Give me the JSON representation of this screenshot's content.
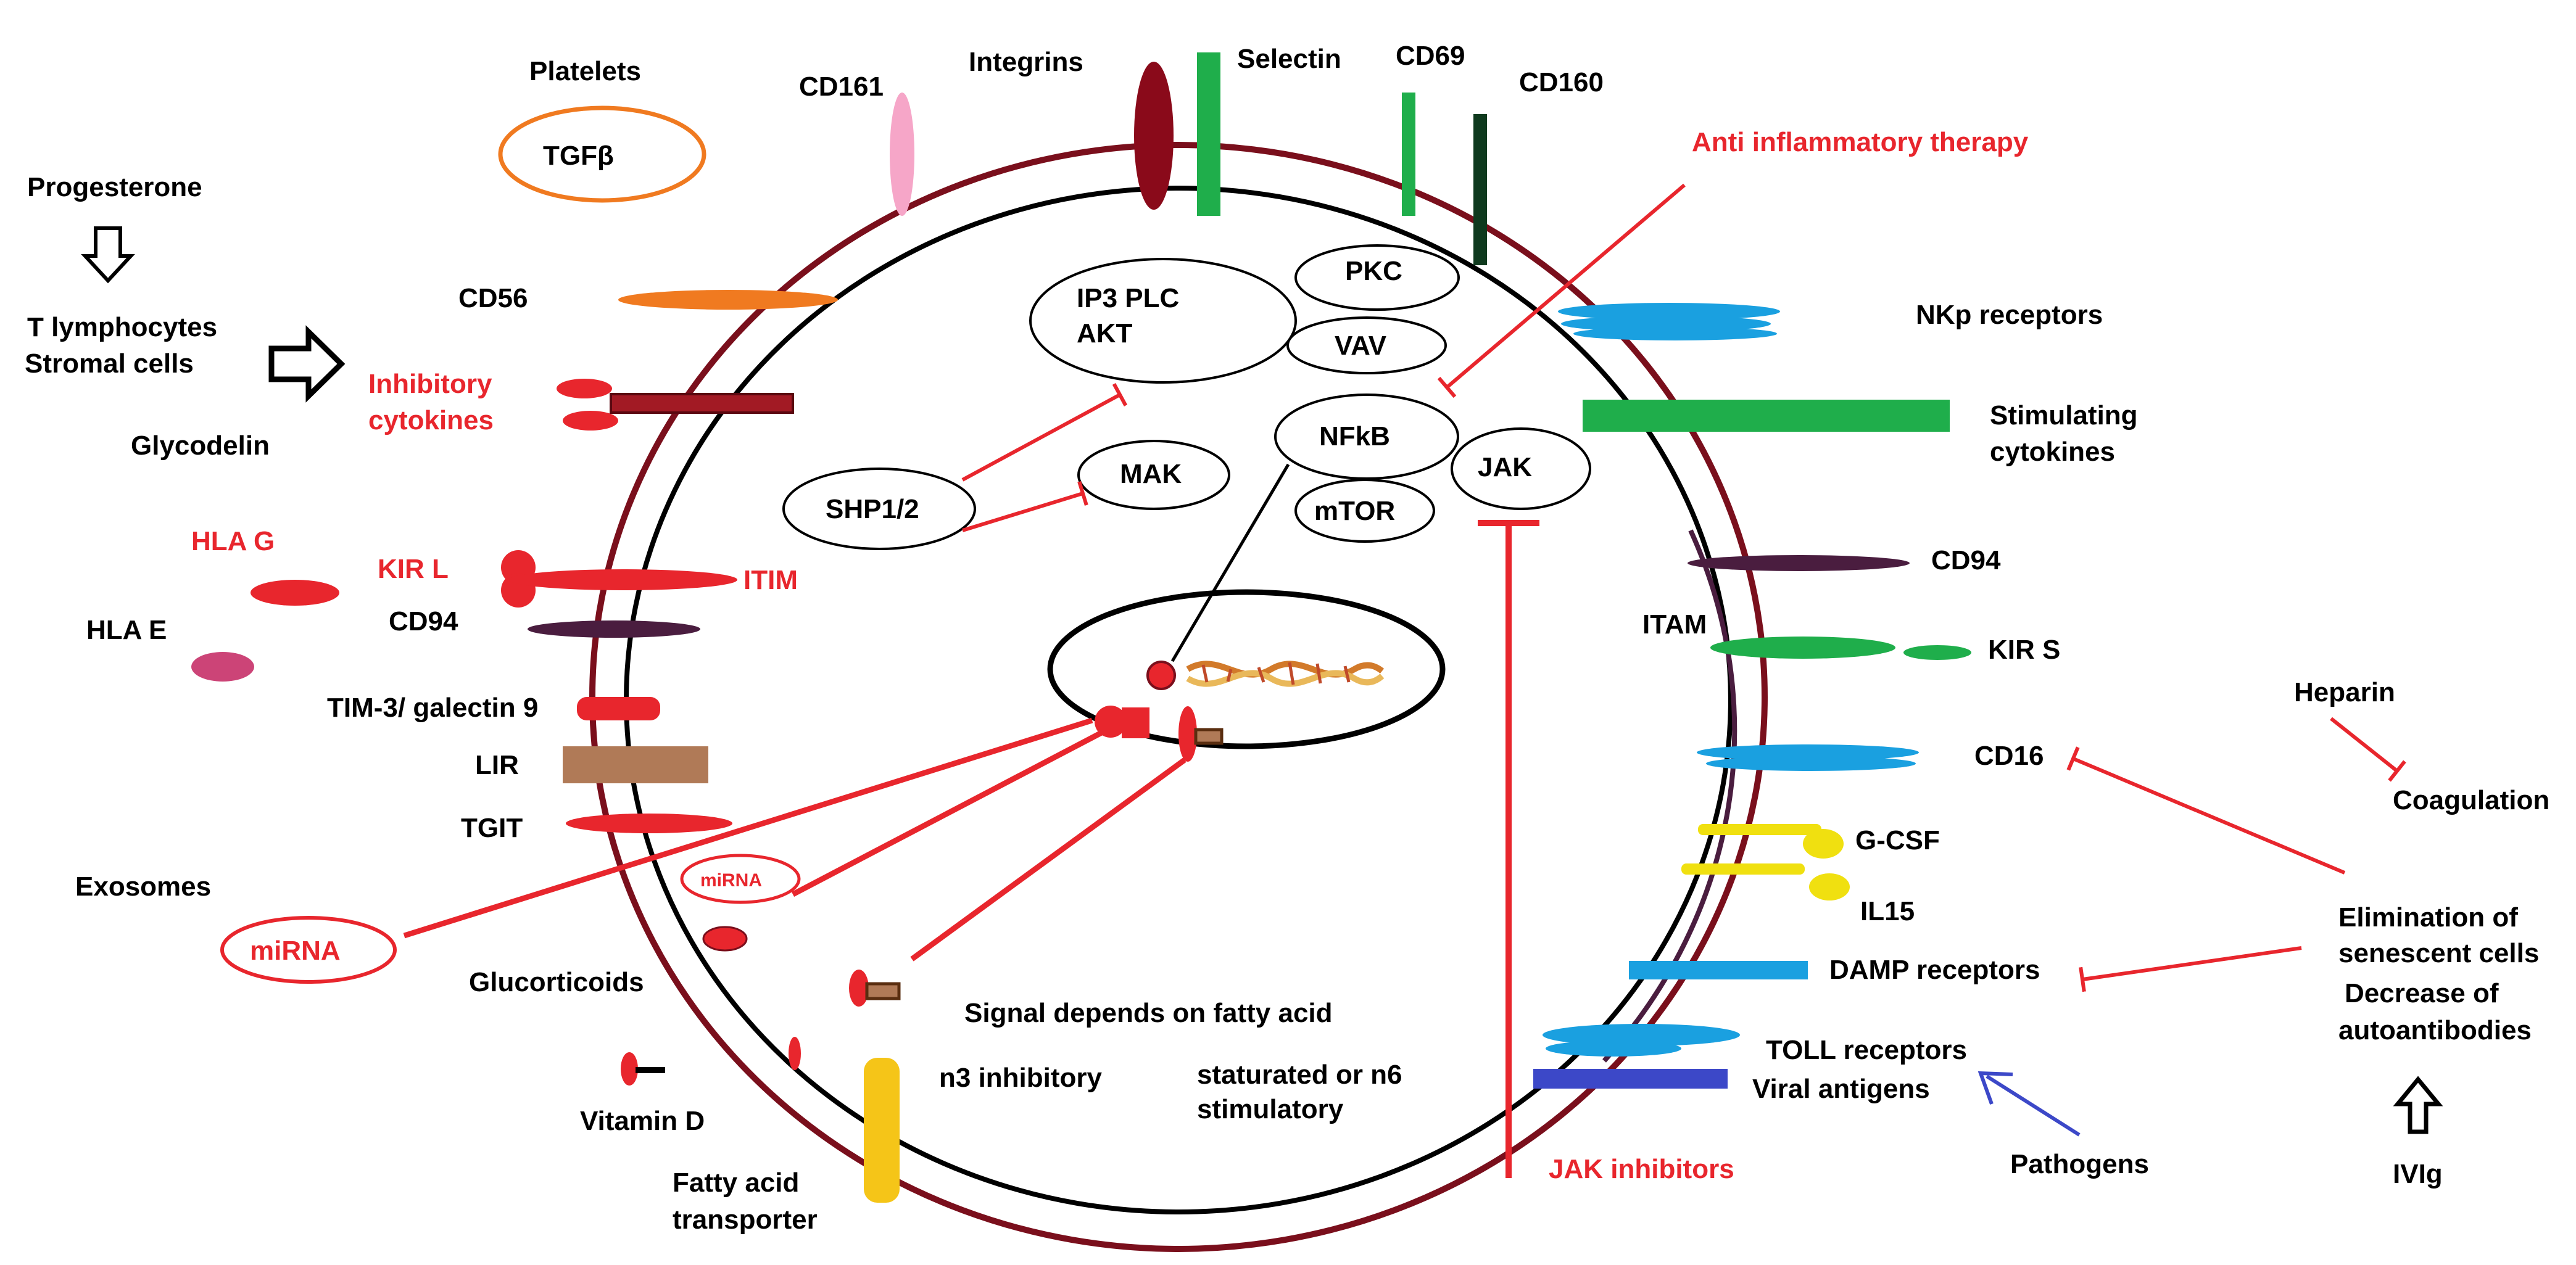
{
  "colors": {
    "red": "#e8262d",
    "outer_membrane": "#7a0f1c",
    "blue": "#1aa0e0",
    "green": "#1fae4b",
    "dark_purple": "#4a1d3f",
    "brown": "#b07a57",
    "yellow": "#f0e010",
    "orange": "#f07a20",
    "pink": "#f6a6c8",
    "dark_green": "#0f3a1e",
    "indigo": "#3c48c8",
    "gold": "#f5c518",
    "dark_red": "#8a0a1a"
  },
  "receptors": {
    "cd161": "CD161",
    "integrins": "Integrins",
    "selectin": "Selectin",
    "cd69": "CD69",
    "cd160": "CD160",
    "cd56": "CD56",
    "nkp": "NKp receptors",
    "stim_cytokines_1": "Stimulating",
    "stim_cytokines_2": "cytokines",
    "cd94_right": "CD94",
    "itam": "ITAM",
    "kir_s": "KIR S",
    "cd16": "CD16",
    "gcsf": "G-CSF",
    "il15": "IL15",
    "damp": "DAMP receptors",
    "toll": "TOLL receptors",
    "viral": "Viral antigens",
    "kir_l": "KIR L",
    "itim": "ITIM",
    "cd94_left": "CD94",
    "tim3": "TIM-3/ galectin 9",
    "lir": "LIR",
    "tgit": "TGIT",
    "inhib_cytokines_1": "Inhibitory",
    "inhib_cytokines_2": "cytokines",
    "fatty_transporter_1": "Fatty acid",
    "fatty_transporter_2": "transporter"
  },
  "ligands": {
    "platelets": "Platelets",
    "tgfb": "TGFβ",
    "hla_g": "HLA G",
    "hla_e": "HLA E",
    "glycodelin": "Glycodelin"
  },
  "signaling": {
    "ip3": "IP3 PLC",
    "akt": "AKT",
    "pkc": "PKC",
    "vav": "VAV",
    "nfkb": "NFkB",
    "jak": "JAK",
    "mak": "MAK",
    "mtor": "mTOR",
    "shp": "SHP1/2"
  },
  "modulators": {
    "progesterone": "Progesterone",
    "t_lymph": "T lymphocytes",
    "stromal": "Stromal cells",
    "exosomes": "Exosomes",
    "mirna_outer": "miRNA",
    "mirna_inner": "miRNA",
    "glucocorticoids": "Glucorticoids",
    "vitamin_d": "Vitamin D",
    "fatty_signal": "Signal depends on fatty acid",
    "n3": "n3 inhibitory",
    "sat_1": "staturated or n6",
    "sat_2": "stimulatory"
  },
  "therapies": {
    "anti_inflam": "Anti inflammatory therapy",
    "jak_inhib": "JAK inhibitors",
    "heparin": "Heparin",
    "coagulation": "Coagulation",
    "elim_1": "Elimination of",
    "elim_2": "senescent cells",
    "decr_1": "Decrease of",
    "decr_2": "autoantibodies",
    "ivig": "IVIg",
    "pathogens": "Pathogens"
  }
}
